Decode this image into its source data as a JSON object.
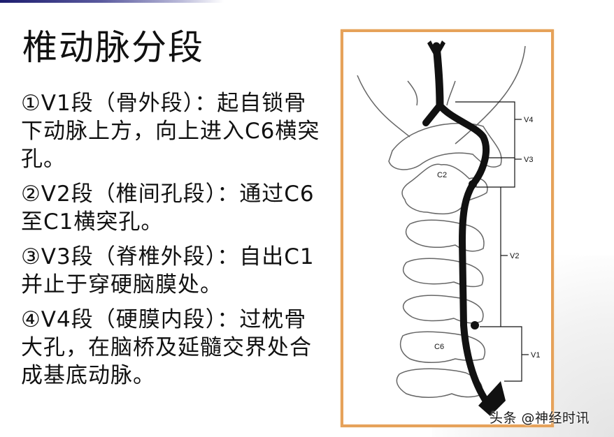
{
  "slide": {
    "title": "椎动脉分段",
    "paragraphs": [
      {
        "text": "①V1段（骨外段）：起自锁骨下动脉上方，向上进入C6横突孔。"
      },
      {
        "text": "②V2段（椎间孔段）：通过C6至C1横突孔。"
      },
      {
        "text": "③V3段（脊椎外段）：自出C1并止于穿硬脑膜处。"
      },
      {
        "text": "④V4段（硬膜内段）：过枕骨大孔，在脑桥及延髓交界处合成基底动脉。"
      }
    ]
  },
  "figure": {
    "border_color": "#e6a25a",
    "vertebra_labels": {
      "c2": "C2",
      "c6": "C6"
    },
    "segment_labels": {
      "v4": "V4",
      "v3": "V3",
      "v2": "V2",
      "v1": "V1"
    }
  },
  "watermark": "头条 @神经时讯"
}
